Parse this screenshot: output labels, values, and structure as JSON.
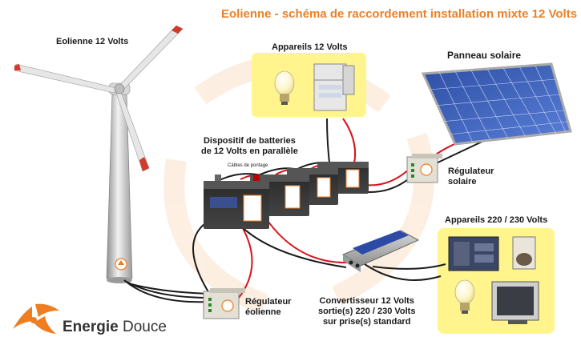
{
  "title": "Eolienne - schéma de raccordement installation mixte 12 Volts",
  "labels": {
    "wind_turbine": "Eolienne 12 Volts",
    "dc_appliances": "Appareils 12 Volts",
    "solar_panel": "Panneau solaire",
    "battery_bank_line1": "Dispositif de batteries",
    "battery_bank_line2": "de 12 Volts en parallèle",
    "jumper_cables": "Câbles de pontage",
    "solar_regulator_line1": "Régulateur",
    "solar_regulator_line2": "solaire",
    "ac_appliances": "Appareils 220 / 230 Volts",
    "wind_regulator_line1": "Régulateur",
    "wind_regulator_line2": "éolienne",
    "converter_line1": "Convertisseur 12 Volts",
    "converter_line2": "sortie(s) 220 / 230 Volts",
    "converter_line3": "sur prise(s) standard",
    "converter_device": "Convertisseur"
  },
  "logo": {
    "brand": "Energie",
    "brand2": "Douce"
  },
  "colors": {
    "title": "#e8812a",
    "highlight_box": "#fff58c",
    "logo_orange": "#ef7d22",
    "wire_red": "#d9141b",
    "wire_black": "#1b1b1b"
  }
}
